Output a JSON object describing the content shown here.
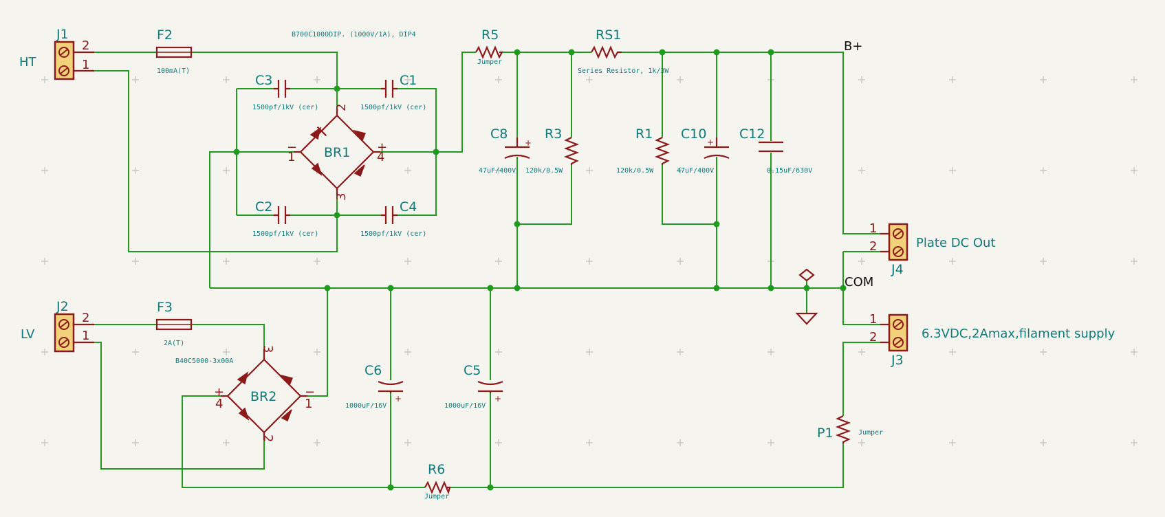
{
  "nets": {
    "ht": "HT",
    "lv": "LV",
    "bplus": "B+",
    "com": "COM"
  },
  "descriptions": {
    "plate_out": "Plate DC Out",
    "filament": "6.3VDC,2Amax,filament supply"
  },
  "components": {
    "J1": {
      "ref": "J1",
      "pin_top": "2",
      "pin_bot": "1"
    },
    "J2": {
      "ref": "J2",
      "pin_top": "2",
      "pin_bot": "1"
    },
    "J3": {
      "ref": "J3",
      "pin_top": "1",
      "pin_bot": "2"
    },
    "J4": {
      "ref": "J4",
      "pin_top": "1",
      "pin_bot": "2"
    },
    "F2": {
      "ref": "F2",
      "value": "100mA(T)"
    },
    "F3": {
      "ref": "F3",
      "value": "2A(T)"
    },
    "BR1": {
      "ref": "BR1",
      "value": "B700C1000DIP. (1000V/1A), DIP4",
      "p1": "1",
      "p2": "2",
      "p3": "3",
      "p4": "4",
      "minus": "−",
      "plus": "+"
    },
    "BR2": {
      "ref": "BR2",
      "value": "B40C5000-3x00A",
      "p1": "1",
      "p2": "2",
      "p3": "3",
      "p4": "4",
      "minus": "−",
      "plus": "+"
    },
    "C1": {
      "ref": "C1",
      "value": "1500pf/1kV (cer)"
    },
    "C2": {
      "ref": "C2",
      "value": "1500pf/1kV (cer)"
    },
    "C3": {
      "ref": "C3",
      "value": "1500pf/1kV (cer)"
    },
    "C4": {
      "ref": "C4",
      "value": "1500pf/1kV (cer)"
    },
    "R5": {
      "ref": "R5",
      "value": "Jumper"
    },
    "RS1": {
      "ref": "RS1",
      "value": "Series Resistor, 1k/3W"
    },
    "C8": {
      "ref": "C8",
      "value": "47uF/400V"
    },
    "R3": {
      "ref": "R3",
      "value": "120k/0.5W"
    },
    "R1": {
      "ref": "R1",
      "value": "120k/0.5W"
    },
    "C10": {
      "ref": "C10",
      "value": "47uF/400V"
    },
    "C12": {
      "ref": "C12",
      "value": "0.15uF/630V"
    },
    "C6": {
      "ref": "C6",
      "value": "1000uF/16V"
    },
    "C5": {
      "ref": "C5",
      "value": "1000uF/16V"
    },
    "R6": {
      "ref": "R6",
      "value": "Jumper"
    },
    "P1": {
      "ref": "P1",
      "value": "Jumper"
    }
  },
  "colors": {
    "wire": "#1f9a1f",
    "symbol": "#8c1a1a",
    "label": "#107a7a",
    "background": "#f5f4ef"
  }
}
